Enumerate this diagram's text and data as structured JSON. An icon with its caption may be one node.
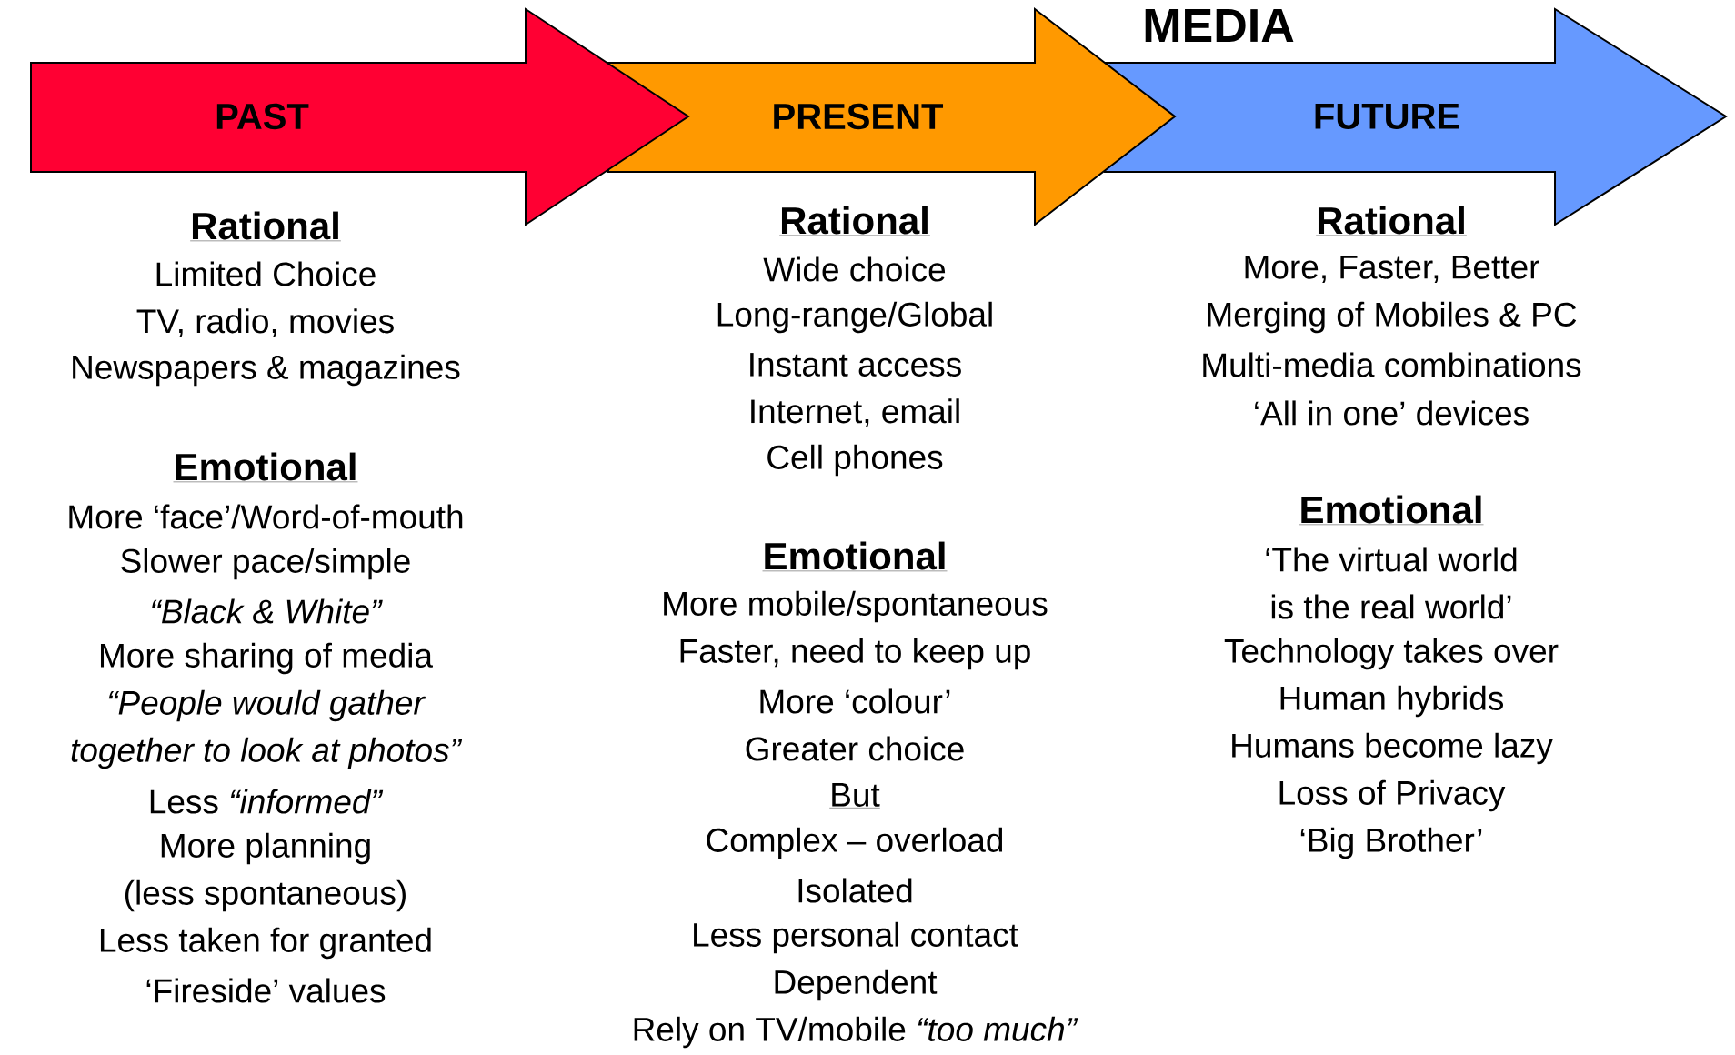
{
  "diagram": {
    "title": "MEDIA",
    "nodes": [
      {
        "text": [
          "PAST"
        ]
      },
      {
        "text": [
          "PRESENT"
        ]
      },
      {
        "text": [
          "FUTURE"
        ]
      }
    ],
    "labels": [
      "Rational",
      "Limited Choice",
      "TV, radio, movies",
      "Newspapers & magazines",
      "Emotional",
      "More ‘face’/Word-of-mouth",
      "Slower pace/simple",
      "“Black & White”",
      "More sharing of media",
      "“People would gather",
      "together to look at photos”",
      "Less *“informed”*",
      "More planning",
      "(less spontaneous)",
      "Less taken for granted",
      "‘Fireside’ values",
      "Rational",
      "Wide choice",
      "Long-range/Global",
      "Instant access",
      "Internet, email",
      "Cell phones",
      "Emotional",
      "More mobile/spontaneous",
      "Faster, need to keep up",
      "More ‘colour’",
      "Greater choice",
      "But",
      "Complex – overload",
      "Isolated",
      "Less personal contact",
      "Dependent",
      "Rely on TV/mobile *“too much”*",
      "Rational",
      "More, Faster, Better",
      "Merging of Mobiles & PC",
      "Multi-media combinations",
      "‘All in one’ devices",
      "Emotional",
      "‘The virtual world",
      "is the real world’",
      "Technology takes over",
      "Human hybrids",
      "Humans become lazy",
      "Loss of Privacy",
      "‘Big Brother’"
    ]
  }
}
